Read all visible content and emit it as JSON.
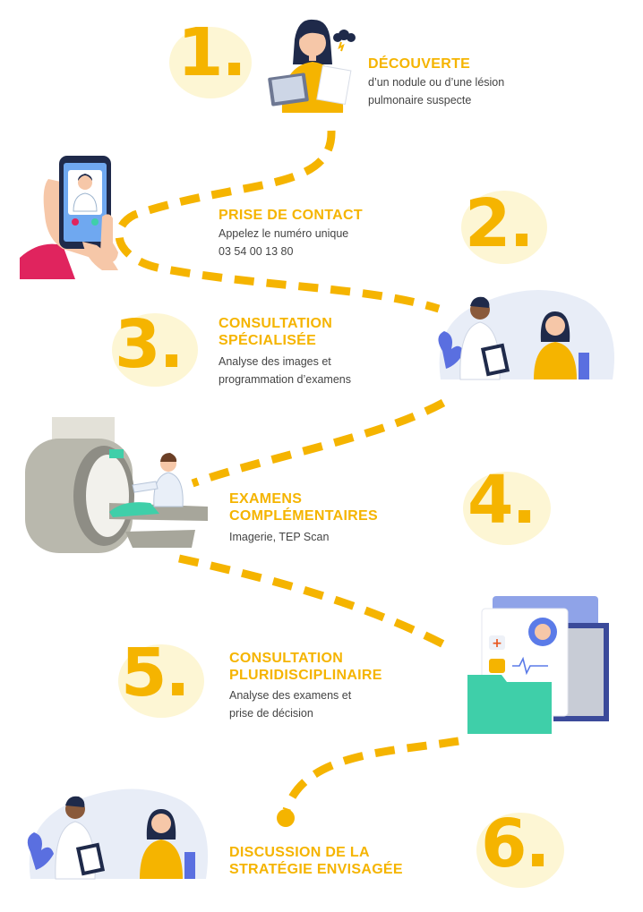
{
  "steps": [
    {
      "number": "1.",
      "title": [
        "DÉCOUVERTE"
      ],
      "description": [
        "d’un nodule ou d’une lésion",
        "pulmonaire suspecte"
      ]
    },
    {
      "number": "2.",
      "title": [
        "PRISE DE CONTACT"
      ],
      "description": [
        "Appelez le numéro unique",
        "03 54 00 13 80"
      ]
    },
    {
      "number": "3.",
      "title": [
        "CONSULTATION",
        "SPÉCIALISÉE"
      ],
      "description": [
        "Analyse des images et",
        "programmation d’examens"
      ]
    },
    {
      "number": "4.",
      "title": [
        "EXAMENS",
        "COMPLÉMENTAIRES"
      ],
      "description": [
        "Imagerie, TEP Scan"
      ]
    },
    {
      "number": "5.",
      "title": [
        "CONSULTATION",
        "PLURIDISCIPLINAIRE"
      ],
      "description": [
        "Analyse des examens et",
        "prise de décision"
      ]
    },
    {
      "number": "6.",
      "title": [
        "DISCUSSION DE LA",
        "STRATÉGIE ENVISAGÉE"
      ],
      "description": []
    }
  ],
  "colors": {
    "accent": "#f5b400",
    "blob": "#fdf6d4",
    "text": "#444444",
    "teal": "#3fcfa9",
    "navy": "#1f2a4a"
  },
  "illustrations": [
    "woman-reading-results-icon",
    "smartphone-call-icon",
    "doctor-patient-consultation-icon",
    "mri-scanner-icon",
    "medical-file-icon",
    "doctor-patient-discussion-icon"
  ]
}
